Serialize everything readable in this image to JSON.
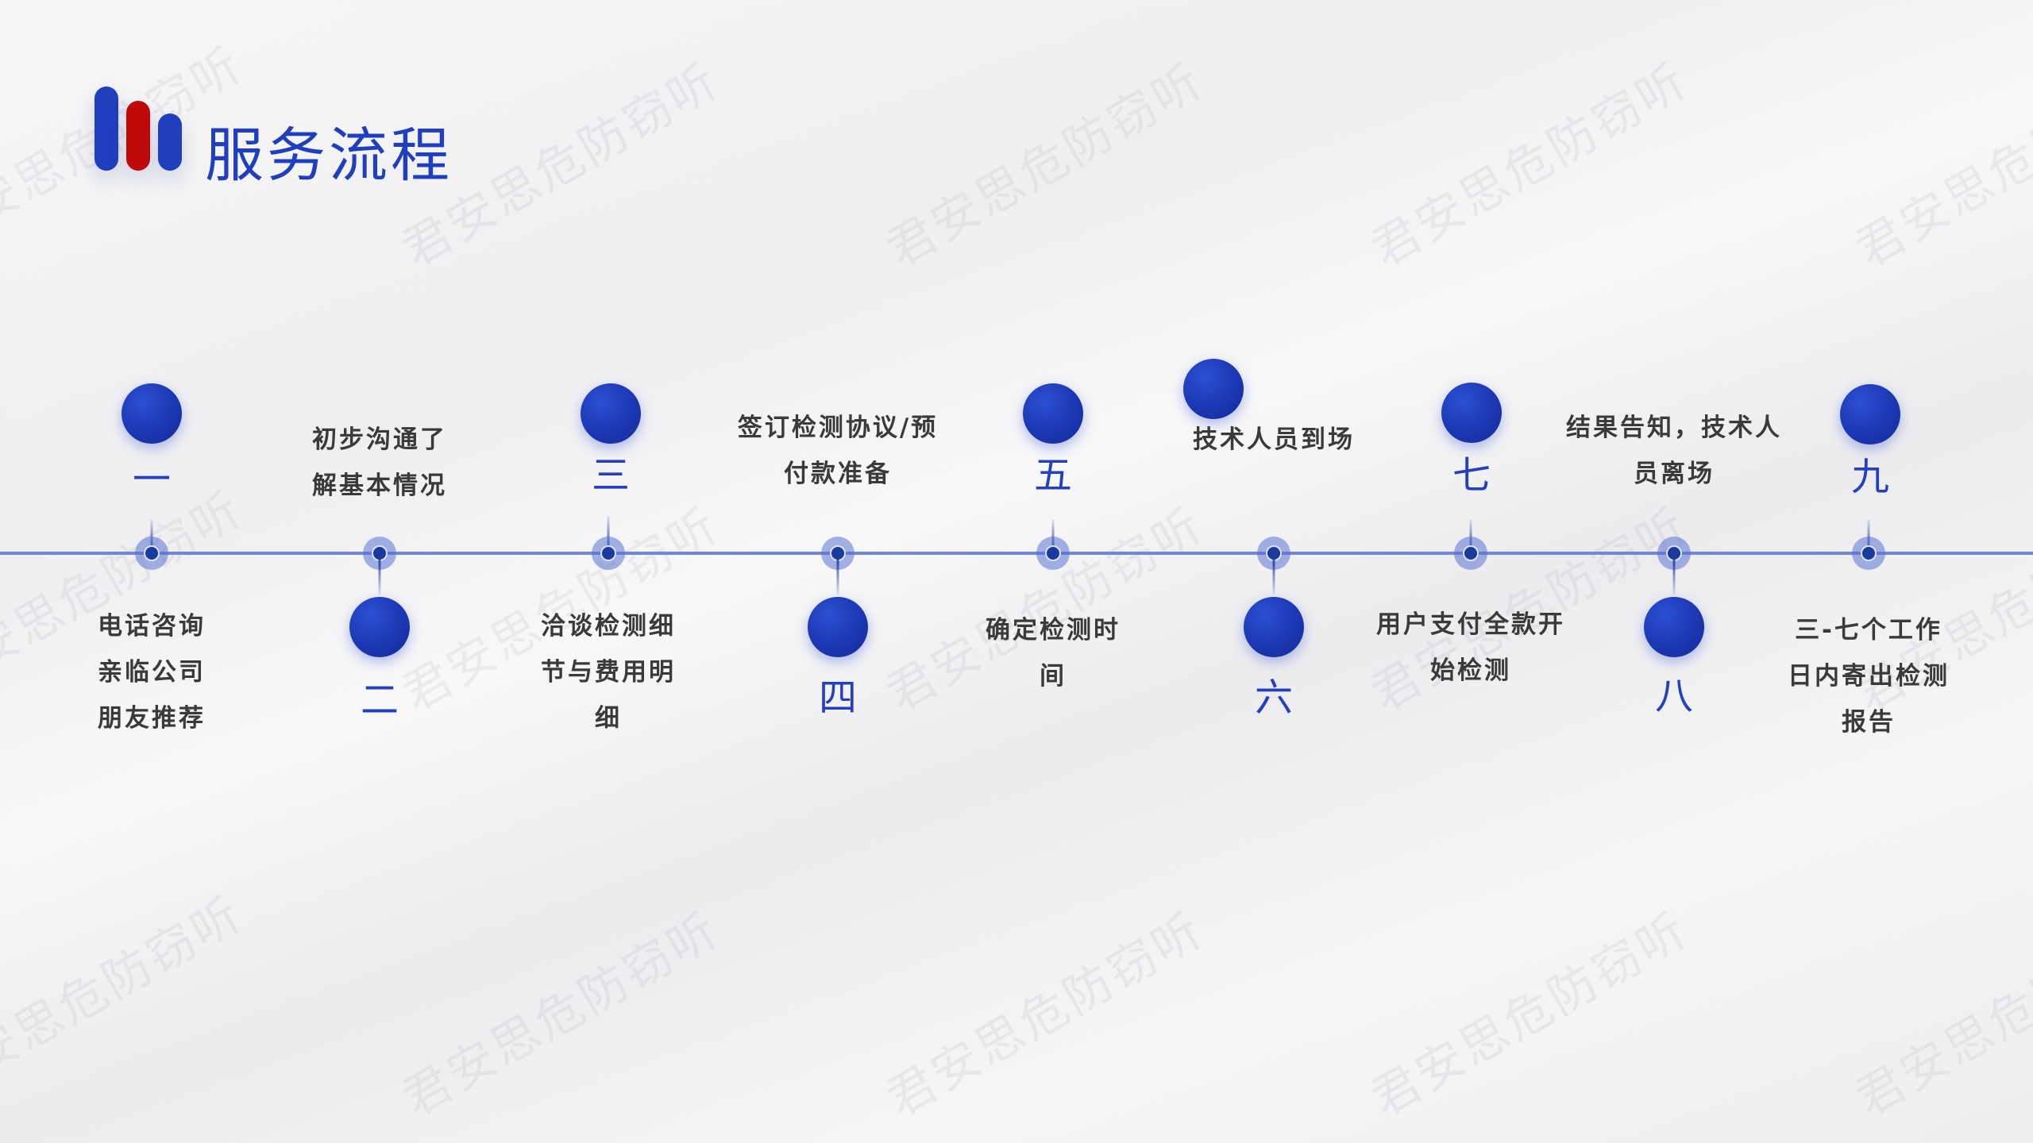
{
  "header": {
    "title": "服务流程",
    "logo_colors": [
      "#1f3fbf",
      "#c00a0a",
      "#1f3fbf"
    ]
  },
  "watermark": "君安思危防窃听",
  "colors": {
    "accent": "#1f3fbf",
    "timeline": "#6f86dc",
    "text": "#3a3a3a"
  },
  "steps": [
    {
      "num": "一",
      "text": "电话咨询\n亲临公司\n朋友推荐"
    },
    {
      "num": "二",
      "text": "初步沟通了\n解基本情况"
    },
    {
      "num": "三",
      "text": "洽谈检测细\n节与费用明\n细"
    },
    {
      "num": "四",
      "text": "签订检测协议/预\n付款准备"
    },
    {
      "num": "五",
      "text": "确定检测时\n间"
    },
    {
      "num": "六",
      "text": "技术人员到场"
    },
    {
      "num": "七",
      "text": "用户支付全款开\n始检测"
    },
    {
      "num": "八",
      "text": "结果告知，技术人\n员离场"
    },
    {
      "num": "九",
      "text": "三-七个工作\n日内寄出检测\n报告"
    }
  ]
}
